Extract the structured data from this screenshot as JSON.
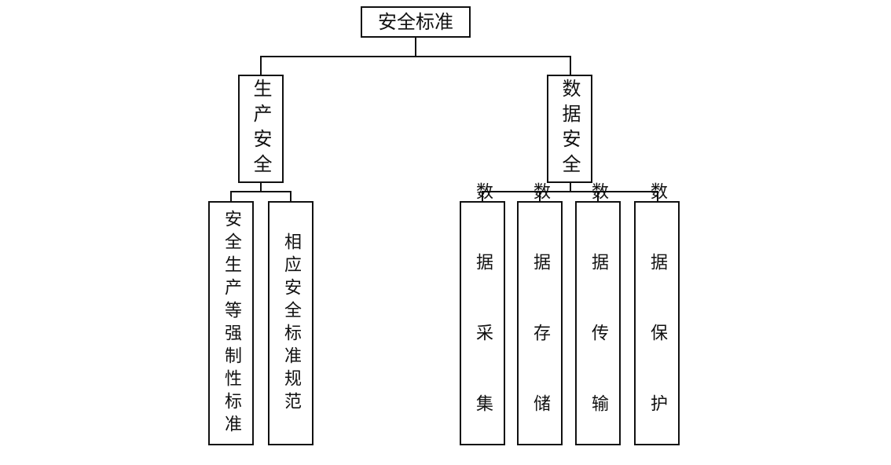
{
  "diagram": {
    "root": {
      "label": "安全标准"
    },
    "branches": [
      {
        "label": "生产安全",
        "children": [
          {
            "label": "安全生产等强制性标准"
          },
          {
            "label": "相应安全标准规范"
          }
        ]
      },
      {
        "label": "数据安全",
        "children": [
          {
            "label": "数据采集"
          },
          {
            "label": "数据存储"
          },
          {
            "label": "数据传输"
          },
          {
            "label": "数据保护"
          }
        ]
      }
    ]
  }
}
